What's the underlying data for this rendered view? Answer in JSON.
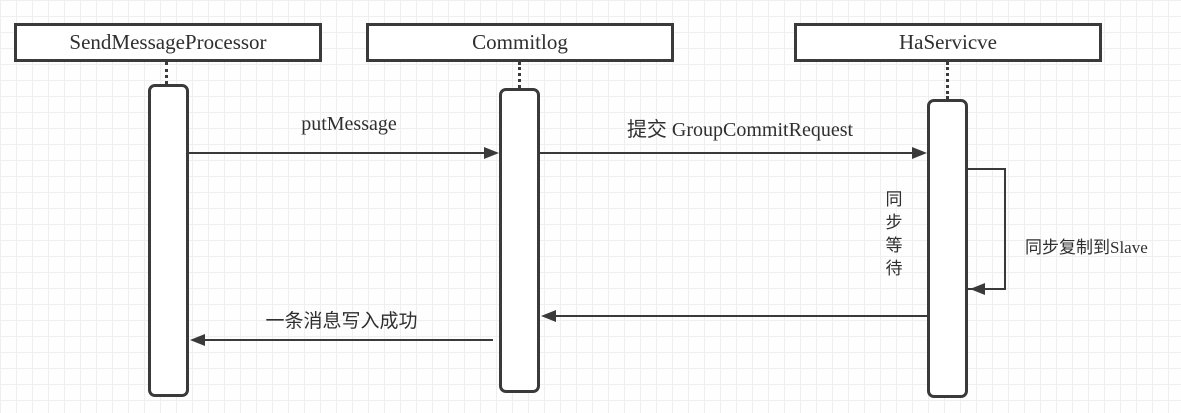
{
  "diagram": {
    "type": "uml-sequence",
    "actors": [
      {
        "name": "SendMessageProcessor"
      },
      {
        "name": "Commitlog"
      },
      {
        "name": "HaServicve"
      }
    ],
    "messages": [
      {
        "label": "putMessage",
        "from": "SendMessageProcessor",
        "to": "Commitlog",
        "direction": "right"
      },
      {
        "label": "提交 GroupCommitRequest",
        "from": "Commitlog",
        "to": "HaServicve",
        "direction": "right"
      },
      {
        "label": "同步复制到Slave",
        "from": "HaServicve",
        "to": "HaServicve",
        "direction": "self"
      },
      {
        "label": "",
        "from": "HaServicve",
        "to": "Commitlog",
        "direction": "left"
      },
      {
        "label": "一条消息写入成功",
        "from": "Commitlog",
        "to": "SendMessageProcessor",
        "direction": "left"
      }
    ],
    "notes": [
      {
        "label": "同步等待",
        "orientation": "vertical",
        "near": "HaServicve"
      }
    ],
    "colors": {
      "stroke": "#3a3a3a",
      "text": "#2f2f2f",
      "grid_line": "#efefef",
      "background": "#fefefe",
      "shape_fill": "#ffffff"
    }
  }
}
